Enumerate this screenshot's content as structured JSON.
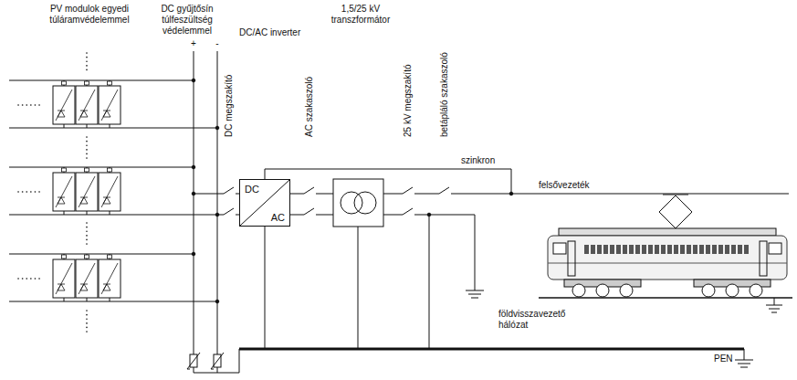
{
  "diagram": {
    "nodes": [
      {
        "text": [
          "DC",
          "AC"
        ]
      }
    ],
    "labels": [
      "PV modulok egyedi túláramvédelemmel",
      "DC gyűjtősín túlfeszültség védelemmel",
      "+",
      "-",
      "DC/AC inverter",
      "1,5/25 kV transzformátor",
      "DC megszakító",
      "AC szakaszoló",
      "25 kV megszakító",
      "betápláló szakaszoló",
      "szinkron",
      "felsővezeték",
      "földvisszavezető hálózat",
      "PEN"
    ]
  }
}
